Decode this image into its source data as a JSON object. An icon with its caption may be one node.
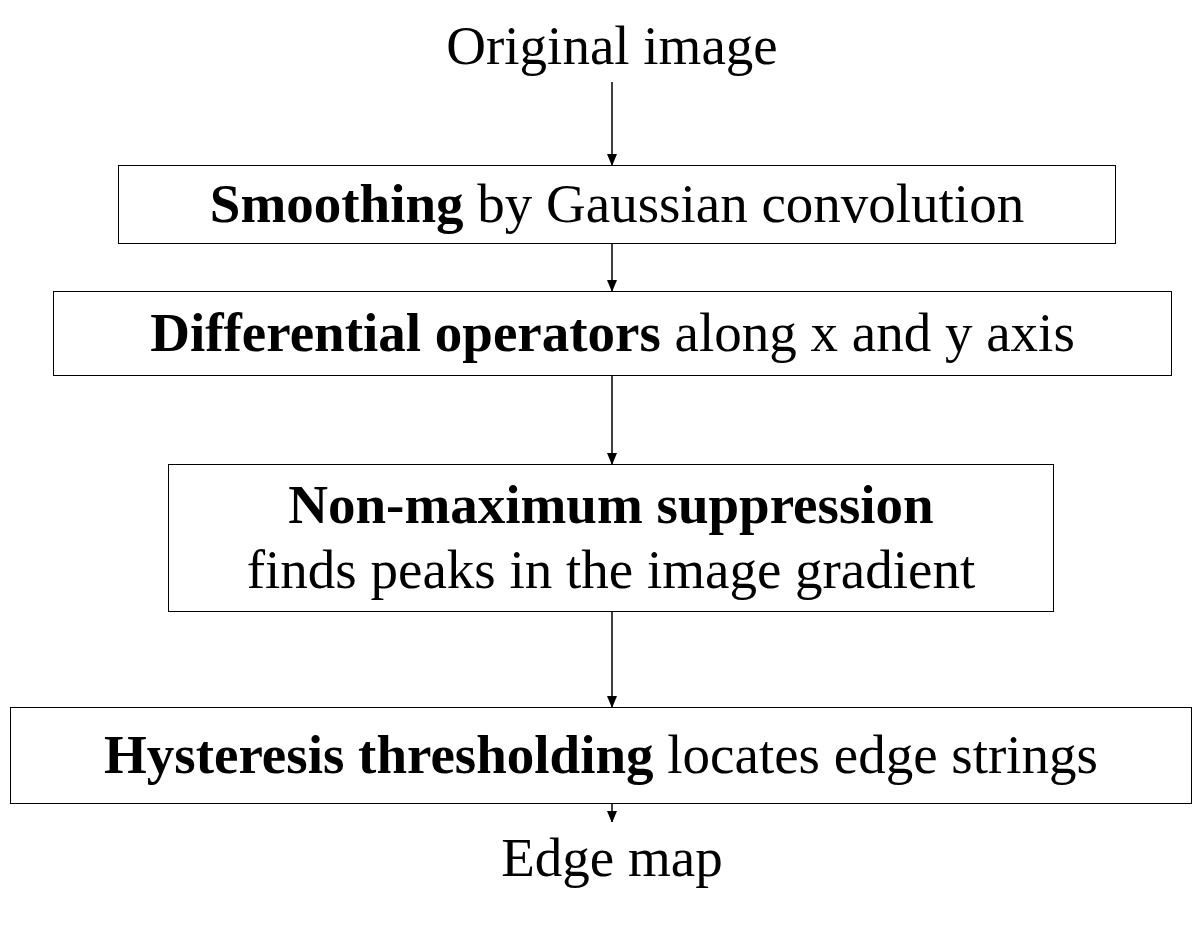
{
  "diagram": {
    "nodes": [
      {
        "text": [
          "Original image"
        ]
      },
      {
        "text": [
          "**Smoothing** by Gaussian convolution"
        ]
      },
      {
        "text": [
          "**Differential operators** along x and y axis"
        ]
      },
      {
        "text": [
          "Non-maximum suppression",
          "finds peaks in the image gradient"
        ]
      },
      {
        "text": [
          "**Hysteresis thresholding** locates edge strings"
        ]
      },
      {
        "text": [
          "Edge map"
        ]
      }
    ],
    "edges": [
      {
        "from": 0,
        "to": 1,
        "arrow": "to"
      },
      {
        "from": 1,
        "to": 2,
        "arrow": "to"
      },
      {
        "from": 2,
        "to": 3,
        "arrow": "to"
      },
      {
        "from": 3,
        "to": 4,
        "arrow": "to"
      },
      {
        "from": 4,
        "to": 5,
        "arrow": "to"
      }
    ]
  }
}
